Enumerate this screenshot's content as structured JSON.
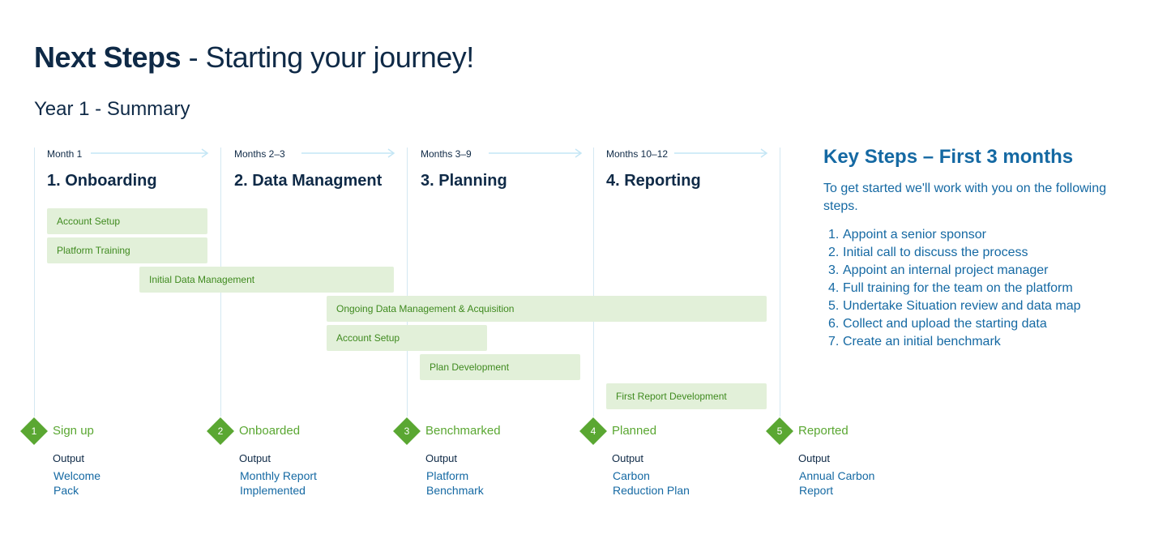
{
  "header": {
    "title_bold": "Next Steps",
    "title_rest": " - Starting your journey!",
    "subtitle": "Year 1 - Summary"
  },
  "phases": [
    {
      "months": "Month 1",
      "title": "1. Onboarding"
    },
    {
      "months": "Months 2–3",
      "title": "2. Data Managment"
    },
    {
      "months": "Months 3–9",
      "title": "3. Planning"
    },
    {
      "months": "Months 10–12",
      "title": "4. Reporting"
    }
  ],
  "tasks": [
    {
      "label": "Account Setup"
    },
    {
      "label": "Platform Training"
    },
    {
      "label": "Initial Data Management"
    },
    {
      "label": "Ongoing Data Management & Acquisition"
    },
    {
      "label": "Account Setup"
    },
    {
      "label": "Plan Development"
    },
    {
      "label": "First Report Development"
    }
  ],
  "milestones": [
    {
      "num": "1",
      "label": "Sign up",
      "output_label": "Output",
      "output_line1": "Welcome",
      "output_line2": "Pack"
    },
    {
      "num": "2",
      "label": "Onboarded",
      "output_label": "Output",
      "output_line1": "Monthly Report",
      "output_line2": "Implemented"
    },
    {
      "num": "3",
      "label": "Benchmarked",
      "output_label": "Output",
      "output_line1": "Platform",
      "output_line2": "Benchmark"
    },
    {
      "num": "4",
      "label": "Planned",
      "output_label": "Output",
      "output_line1": "Carbon",
      "output_line2": "Reduction Plan"
    },
    {
      "num": "5",
      "label": "Reported",
      "output_label": "Output",
      "output_line1": "Annual Carbon",
      "output_line2": "Report"
    }
  ],
  "key_steps": {
    "title": "Key Steps – First 3 months",
    "intro": "To get started we'll work with you on the following steps.",
    "items": [
      {
        "num": "1.",
        "text": "Appoint a senior sponsor"
      },
      {
        "num": "2.",
        "text": "Initial call to discuss the process"
      },
      {
        "num": "3.",
        "text": "Appoint an internal project manager"
      },
      {
        "num": "4.",
        "text": "Full training for the team on the platform"
      },
      {
        "num": "5.",
        "text": "Undertake Situation review and data map"
      },
      {
        "num": "6.",
        "text": "Collect and upload the starting data"
      },
      {
        "num": "7.",
        "text": "Create an initial benchmark"
      }
    ]
  },
  "colors": {
    "navy": "#0f2a47",
    "blue": "#1569a3",
    "green": "#5aa732",
    "bar_fill": "#e2f0d9",
    "bar_text": "#3f8a1f"
  }
}
